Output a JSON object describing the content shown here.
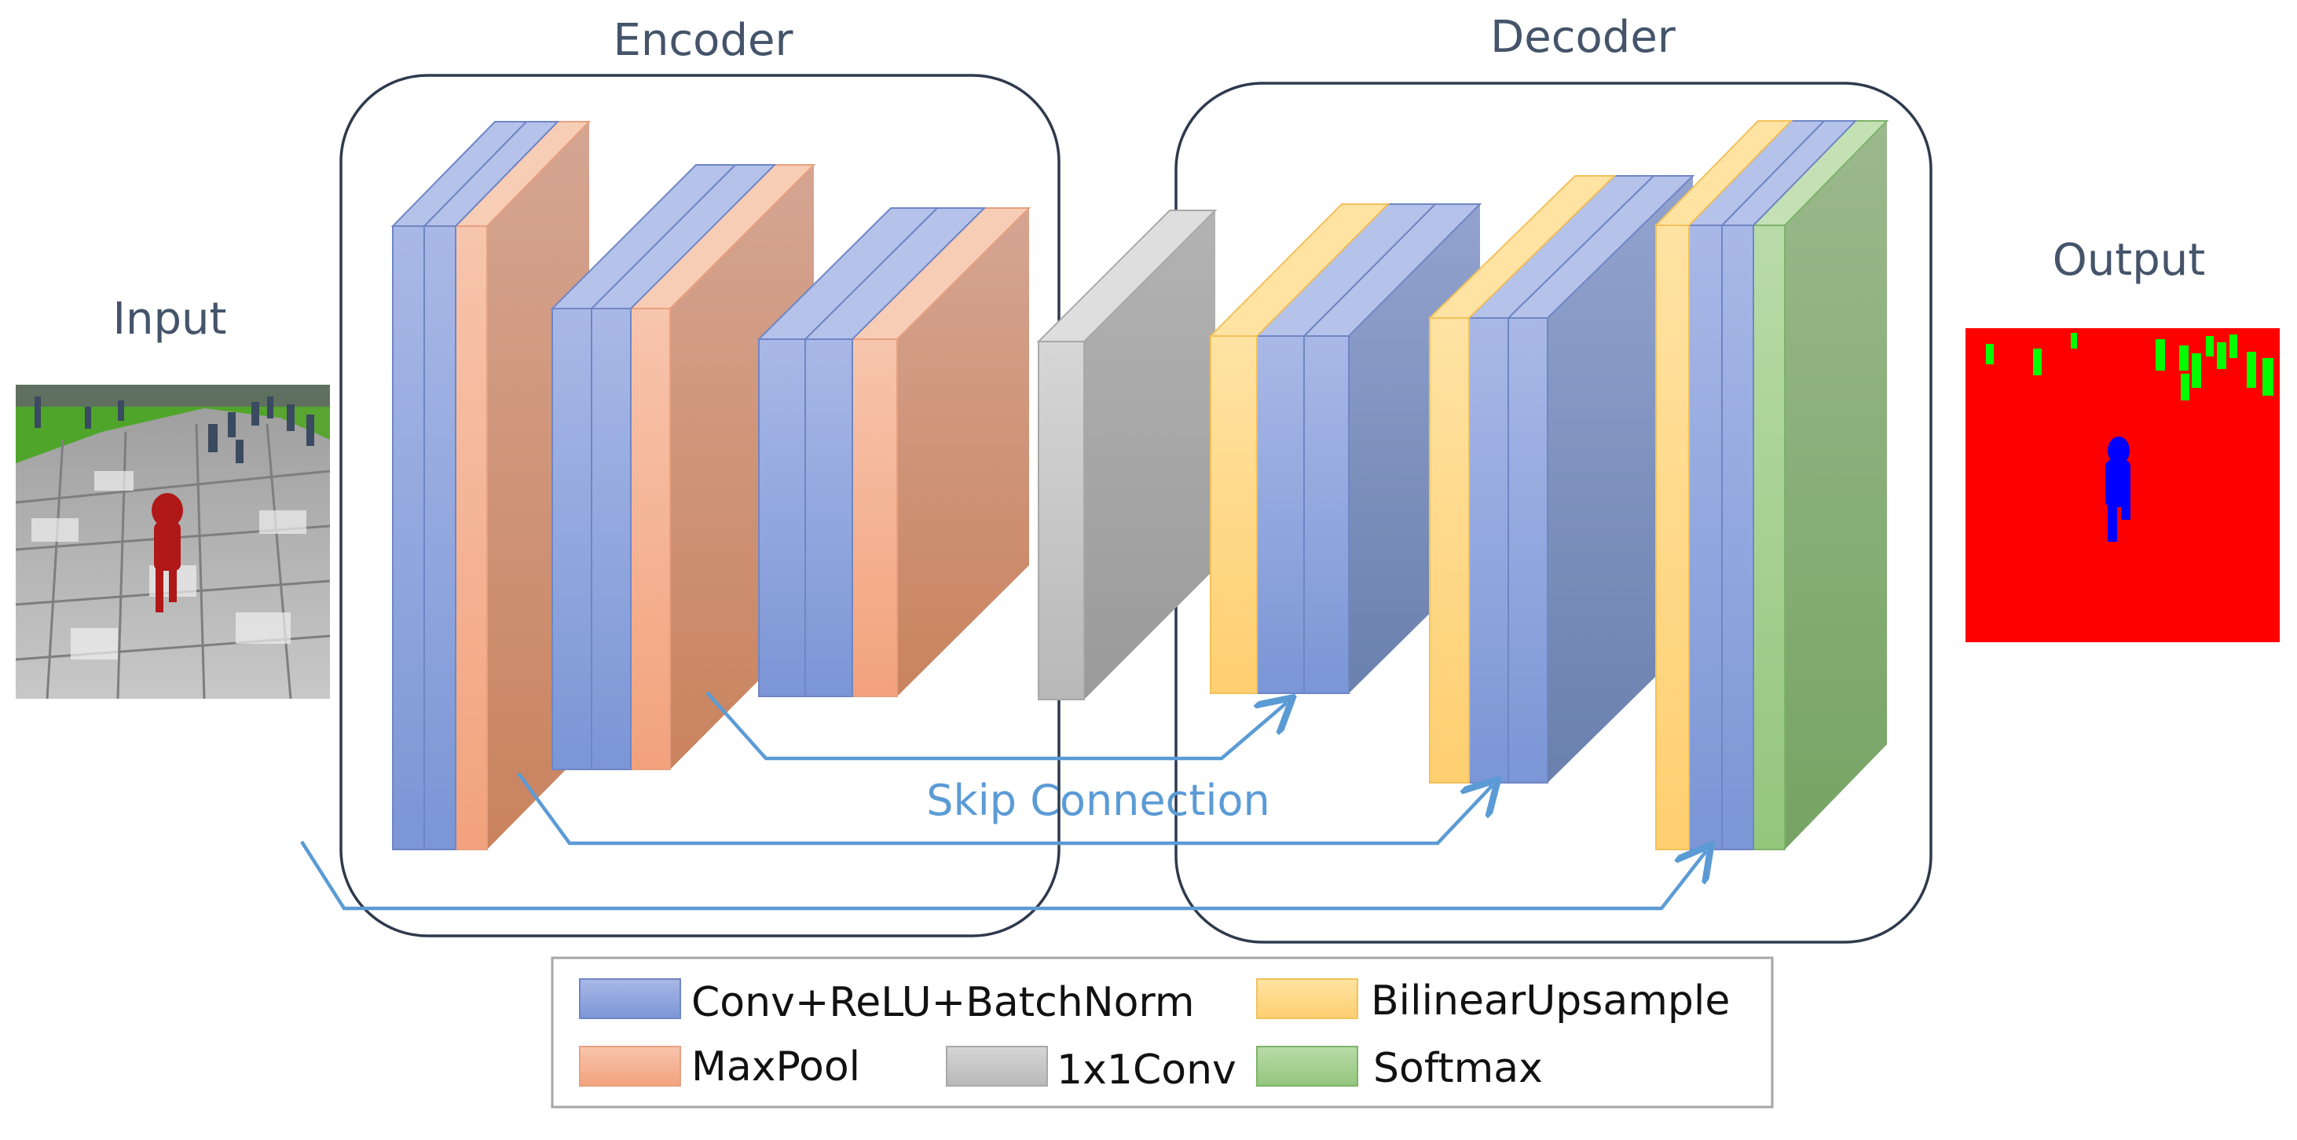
{
  "labels": {
    "encoder": "Encoder",
    "decoder": "Decoder",
    "input": "Input",
    "output": "Output",
    "skip_connection": "Skip Connection"
  },
  "colors": {
    "conv": "#8fa5d9",
    "maxpool": "#f4b393",
    "conv1x1": "#bfbfbf",
    "upsample": "#ffd98c",
    "softmax": "#a4cf8f",
    "arrow": "#5b9bd5",
    "group_border": "#2e3a4d",
    "output_background": "#ff0000",
    "output_target": "#0000ff",
    "output_others": "#00ff00"
  },
  "legend": {
    "conv": "Conv+ReLU+BatchNorm",
    "maxpool": "MaxPool",
    "conv1x1": "1x1Conv",
    "upsample": "BilinearUpsample",
    "softmax": "Softmax"
  }
}
